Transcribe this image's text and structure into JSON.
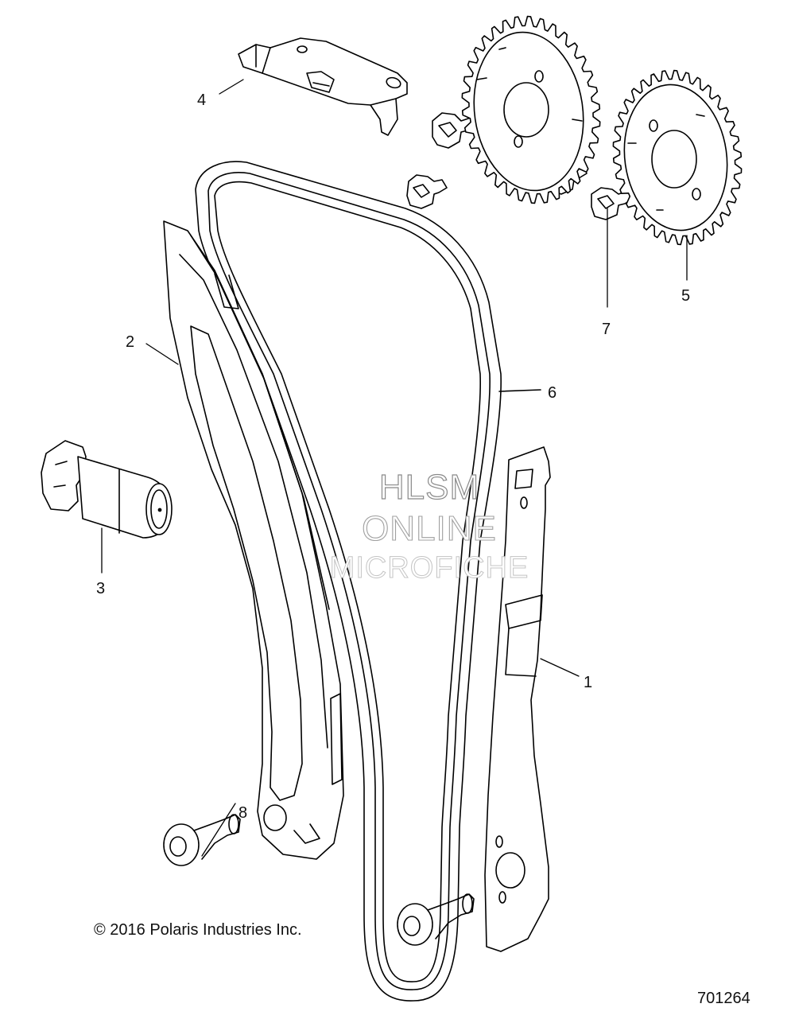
{
  "callouts": {
    "c1": "1",
    "c2": "2",
    "c3": "3",
    "c4": "4",
    "c5": "5",
    "c6": "6",
    "c7": "7",
    "c8": "8"
  },
  "watermark": {
    "line1": "HLSM",
    "line2": "ONLINE",
    "line3": "MICROFICHE"
  },
  "copyright": "© 2016 Polaris Industries Inc.",
  "diagram_number": "701264"
}
